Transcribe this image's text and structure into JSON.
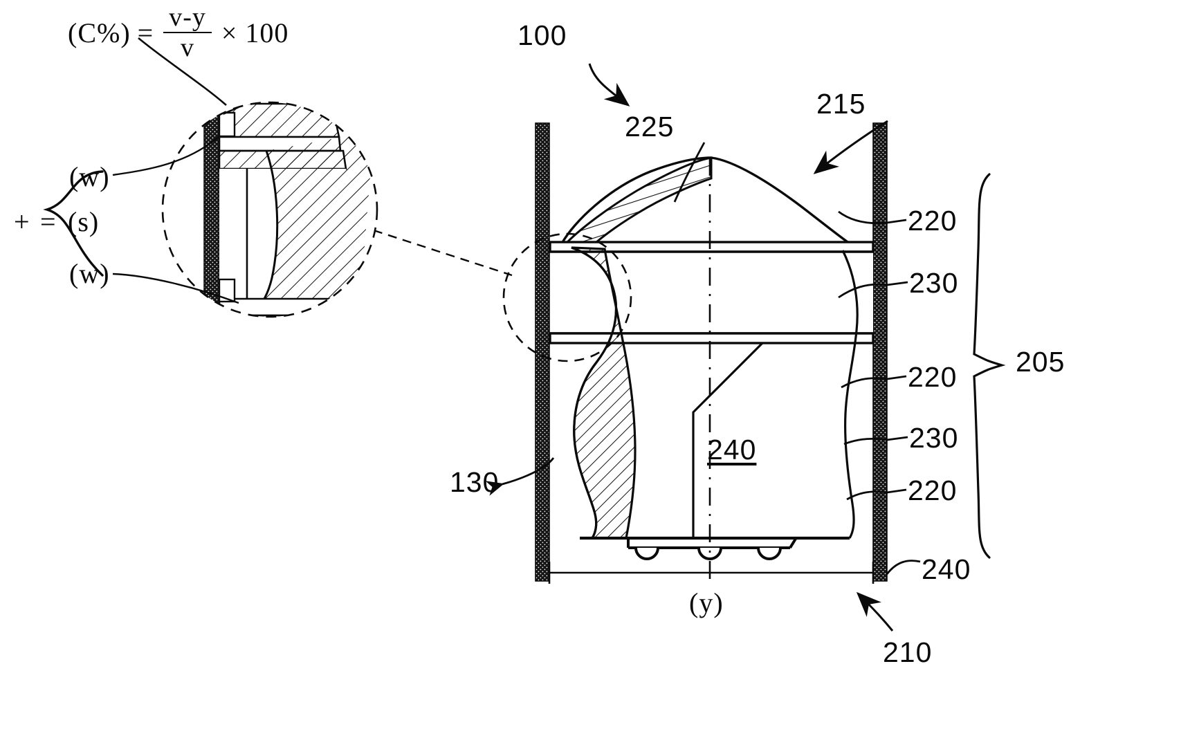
{
  "figure": {
    "title": "Patent cross-section diagram of piston in cylinder bore with detail callout",
    "background": "#ffffff",
    "ink": "#0a0a0a"
  },
  "formula": {
    "lhs": "(C%)",
    "equals": "=",
    "numerator": "v-y",
    "denominator": "v",
    "times": "× 100"
  },
  "detail_equation": {
    "top_term": "(w)",
    "plus": "+",
    "equals": "=",
    "result": "(s)",
    "bottom_term": "(w)"
  },
  "callouts": {
    "c100": "100",
    "c225": "225",
    "c215": "215",
    "c220_top": "220",
    "c230_upper": "230",
    "c220_mid": "220",
    "c230_lower": "230",
    "c220_low": "220",
    "c240_right": "240",
    "c205": "205",
    "c130": "130",
    "c240_center": "240",
    "c210": "210",
    "dim_y": "(y)"
  },
  "colors": {
    "ink": "#0a0a0a",
    "wall_fill": "#1a1a1a",
    "hatch": "#111111",
    "paper": "#ffffff"
  },
  "icons": {
    "arrow_100": "arrow-icon",
    "arrow_215": "arrow-icon",
    "arrow_210": "arrow-icon",
    "brace_205": "brace-icon",
    "brace_detail": "brace-icon",
    "magnify_circle": "magnifier-circle-icon"
  }
}
